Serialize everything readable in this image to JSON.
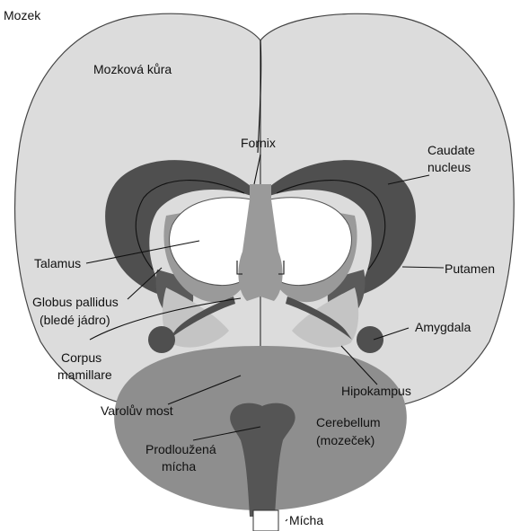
{
  "title": "Mozek",
  "labels": {
    "cortex": "Mozková kůra",
    "fornix": "Fornix",
    "caudate_1": "Caudate",
    "caudate_2": "nucleus",
    "talamus": "Talamus",
    "putamen": "Putamen",
    "globus_1": "Globus pallidus",
    "globus_2": "(bledé jádro)",
    "amygdala": "Amygdala",
    "corpus_1": "Corpus",
    "corpus_2": "mamillare",
    "hipokampus": "Hipokampus",
    "varoluv": "Varolův most",
    "cerebellum_1": "Cerebellum",
    "cerebellum_2": "(mozeček)",
    "prodlouzena_1": "Prodloužená",
    "prodlouzena_2": "mícha",
    "micha": "Mícha"
  },
  "colors": {
    "cortex": "#dcdcdc",
    "white_matter": "#ffffff",
    "caudate": "#4f4f4f",
    "putamen": "#5a5a5a",
    "globus_pallidus": "#9a9a9a",
    "hippocampus": "#c4c4c4",
    "brainstem": "#8e8e8e",
    "medulla": "#555555",
    "outline": "#333333",
    "label": "#111111"
  }
}
